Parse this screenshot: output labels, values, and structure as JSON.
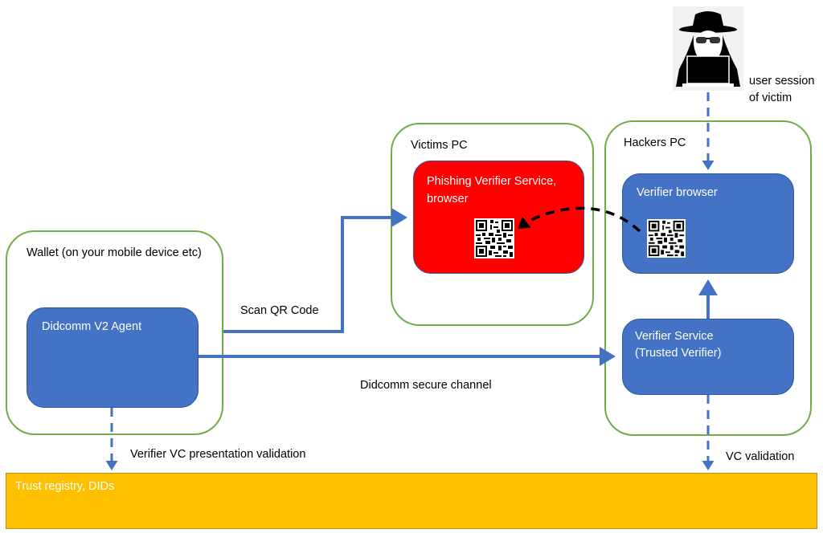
{
  "diagram": {
    "containers": {
      "wallet": {
        "label": "Wallet (on your mobile device etc)"
      },
      "victims_pc": {
        "label": "Victims PC"
      },
      "hackers_pc": {
        "label": "Hackers PC"
      }
    },
    "nodes": {
      "didcomm_agent": {
        "label": "Didcomm V2 Agent"
      },
      "phishing_service": {
        "label_line1": "Phishing Verifier Service,",
        "label_line2": "browser"
      },
      "verifier_browser": {
        "label": "Verifier browser"
      },
      "verifier_service": {
        "label_line1": "Verifier Service",
        "label_line2": "(Trusted Verifier)"
      },
      "trust_registry": {
        "label": "Trust registry, DIDs"
      }
    },
    "edges": {
      "scan_qr": "Scan QR Code",
      "didcomm_channel": "Didcomm secure channel",
      "wallet_validation": "Verifier VC presentation validation",
      "vc_validation": "VC validation",
      "user_session_line1": "user session",
      "user_session_line2": "of victim"
    },
    "icons": {
      "hacker": "hacker-with-laptop-icon",
      "qr": "qr-code-icon"
    },
    "colors": {
      "container_border": "#70ad47",
      "node_fill": "#4472c4",
      "phishing_fill": "#ff0000",
      "registry_fill": "#ffc000",
      "arrow": "#4472c4"
    }
  }
}
